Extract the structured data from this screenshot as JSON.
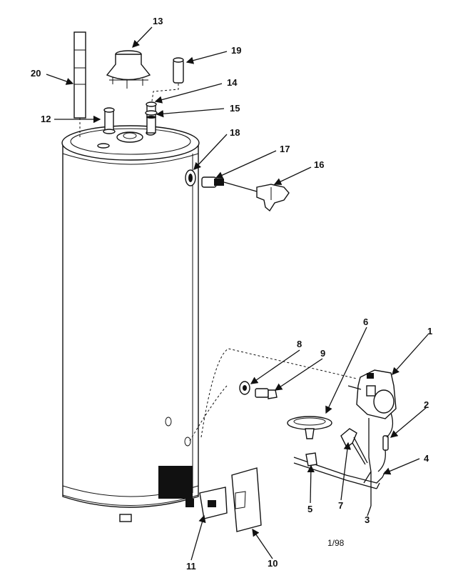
{
  "diagram": {
    "date_code": "1/98",
    "callouts": [
      {
        "id": "c1",
        "text": "1"
      },
      {
        "id": "c2",
        "text": "2"
      },
      {
        "id": "c3",
        "text": "3"
      },
      {
        "id": "c4",
        "text": "4"
      },
      {
        "id": "c5",
        "text": "5"
      },
      {
        "id": "c6",
        "text": "6"
      },
      {
        "id": "c7",
        "text": "7"
      },
      {
        "id": "c8",
        "text": "8"
      },
      {
        "id": "c9",
        "text": "9"
      },
      {
        "id": "c10",
        "text": "10"
      },
      {
        "id": "c11",
        "text": "11"
      },
      {
        "id": "c12",
        "text": "12"
      },
      {
        "id": "c13",
        "text": "13"
      },
      {
        "id": "c14",
        "text": "14"
      },
      {
        "id": "c15",
        "text": "15"
      },
      {
        "id": "c16",
        "text": "16"
      },
      {
        "id": "c17",
        "text": "17"
      },
      {
        "id": "c18",
        "text": "18"
      },
      {
        "id": "c19",
        "text": "19"
      },
      {
        "id": "c20",
        "text": "20"
      }
    ]
  }
}
